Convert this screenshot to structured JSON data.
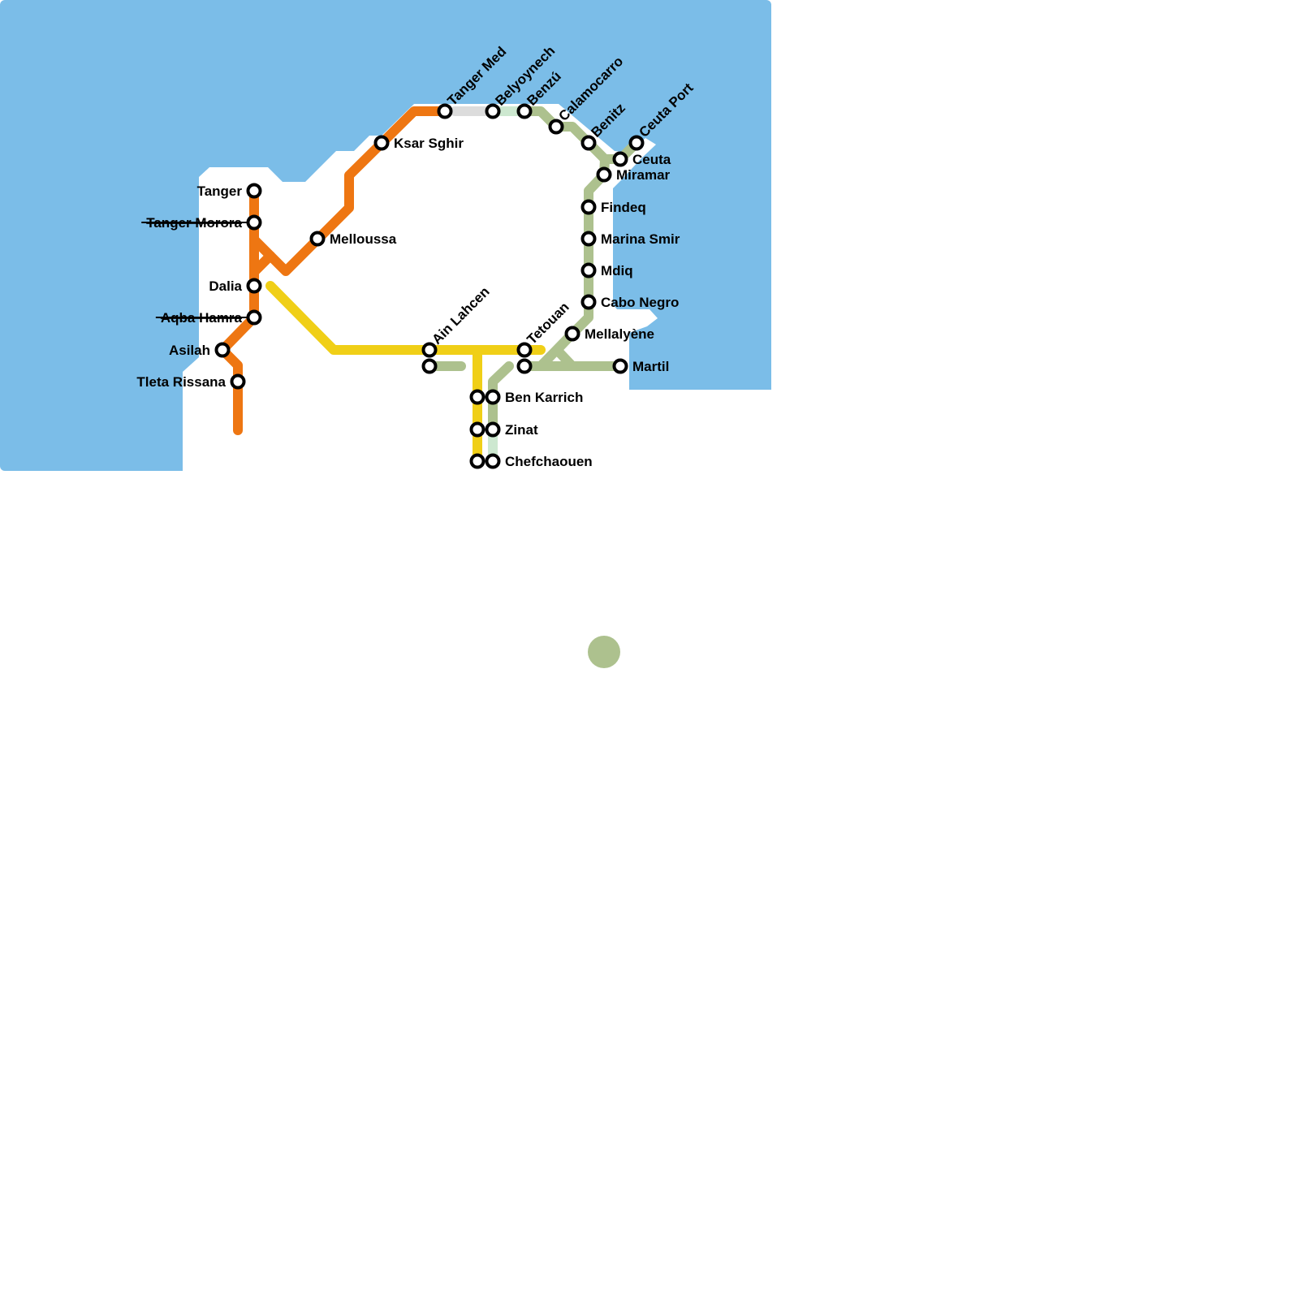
{
  "title": "Tanger–Tetouan regional transit map",
  "colors": {
    "water": "#7bbde8",
    "land": "#ffffff",
    "orange_line": "#ee7612",
    "yellow_line": "#f0cf17",
    "sage_line": "#adc18e",
    "gray_line": "#dcdcdc",
    "lightgreen_line": "#cde8d0"
  },
  "stations": [
    {
      "name": "Tanger",
      "closed": false
    },
    {
      "name": "Tanger Morora",
      "closed": true
    },
    {
      "name": "Dalia",
      "closed": false
    },
    {
      "name": "Aqba Hamra",
      "closed": true
    },
    {
      "name": "Asilah",
      "closed": false
    },
    {
      "name": "Tleta Rissana",
      "closed": false
    },
    {
      "name": "Melloussa",
      "closed": false
    },
    {
      "name": "Ksar Sghir",
      "closed": false
    },
    {
      "name": "Tanger Med",
      "closed": false
    },
    {
      "name": "Belyoynech",
      "closed": false
    },
    {
      "name": "Benzú",
      "closed": false
    },
    {
      "name": "Calamocarro",
      "closed": false
    },
    {
      "name": "Benitz",
      "closed": false
    },
    {
      "name": "Ceuta Port",
      "closed": false
    },
    {
      "name": "Ceuta",
      "closed": false
    },
    {
      "name": "Miramar",
      "closed": false
    },
    {
      "name": "Findeq",
      "closed": false
    },
    {
      "name": "Marina Smir",
      "closed": false
    },
    {
      "name": "Mdiq",
      "closed": false
    },
    {
      "name": "Cabo Negro",
      "closed": false
    },
    {
      "name": "Mellalyène",
      "closed": false
    },
    {
      "name": "Martil",
      "closed": false
    },
    {
      "name": "Ain Lahcen",
      "closed": false
    },
    {
      "name": "Tetouan",
      "closed": false
    },
    {
      "name": "Ben Karrich",
      "closed": false
    },
    {
      "name": "Zinat",
      "closed": false
    },
    {
      "name": "Chefchaouen",
      "closed": false
    }
  ]
}
